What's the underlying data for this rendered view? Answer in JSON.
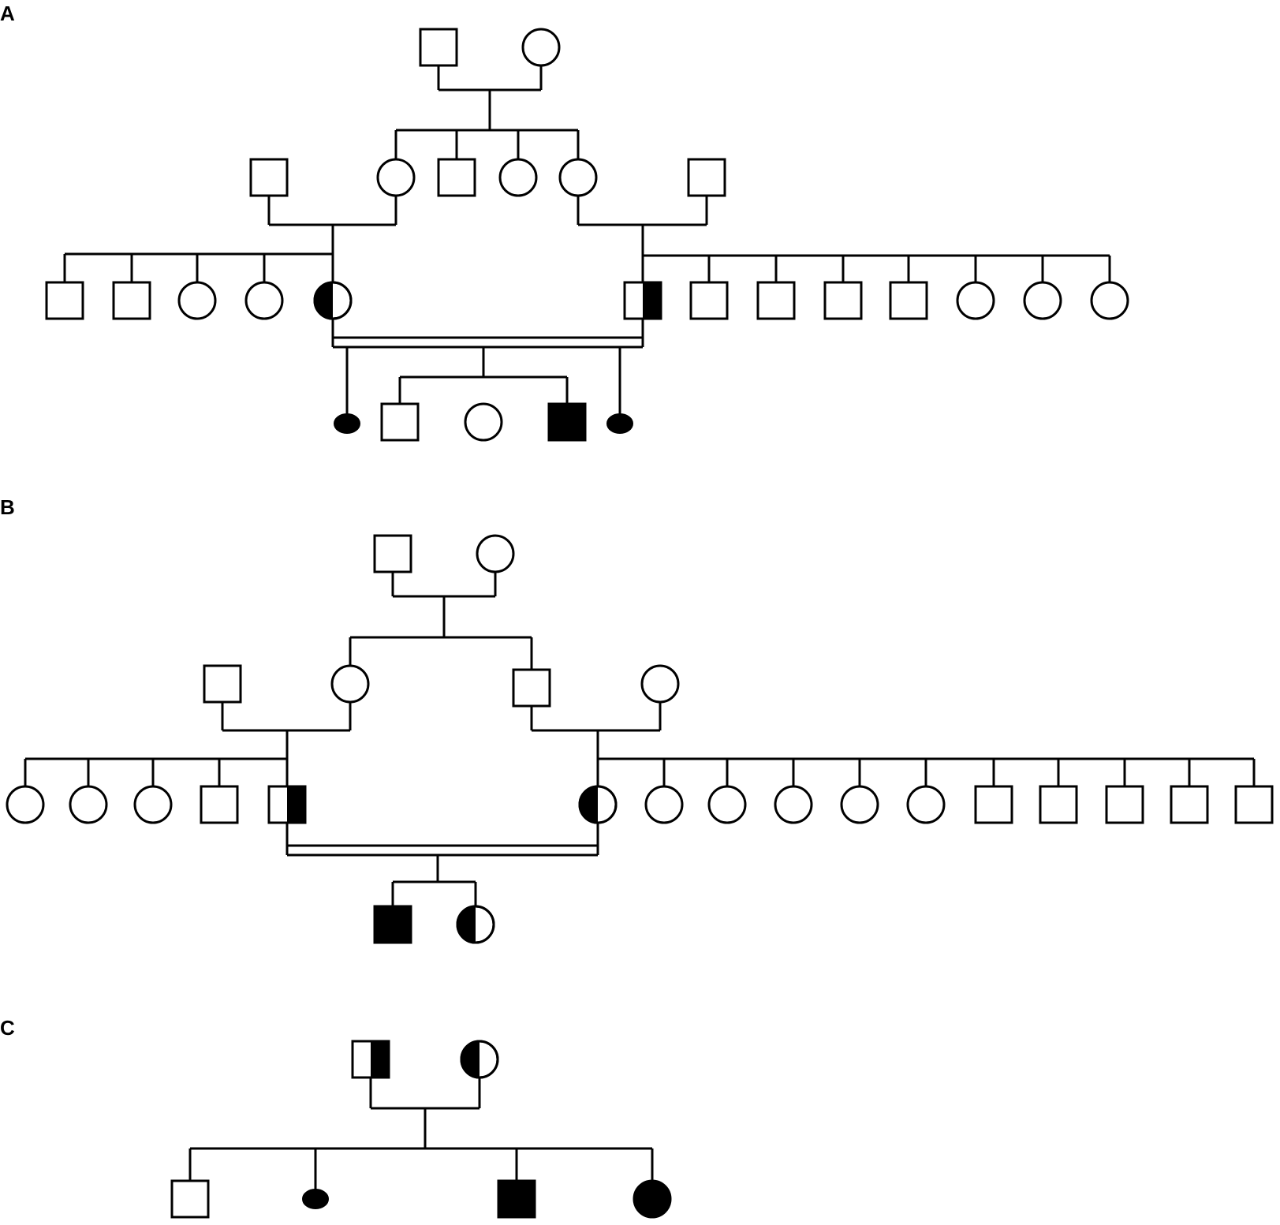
{
  "panels": [
    {
      "label": "A",
      "members": [
        {
          "id": "A-I1",
          "sex": "male",
          "status": "unaffected"
        },
        {
          "id": "A-I2",
          "sex": "female",
          "status": "unaffected"
        },
        {
          "id": "A-II1",
          "sex": "male",
          "status": "unaffected"
        },
        {
          "id": "A-II2",
          "sex": "female",
          "status": "unaffected"
        },
        {
          "id": "A-II3",
          "sex": "male",
          "status": "unaffected"
        },
        {
          "id": "A-II4",
          "sex": "female",
          "status": "unaffected"
        },
        {
          "id": "A-II5",
          "sex": "female",
          "status": "unaffected"
        },
        {
          "id": "A-II6",
          "sex": "male",
          "status": "unaffected"
        },
        {
          "id": "A-III1",
          "sex": "male",
          "status": "unaffected"
        },
        {
          "id": "A-III2",
          "sex": "male",
          "status": "unaffected"
        },
        {
          "id": "A-III3",
          "sex": "female",
          "status": "unaffected"
        },
        {
          "id": "A-III4",
          "sex": "female",
          "status": "unaffected"
        },
        {
          "id": "A-III5",
          "sex": "female",
          "status": "carrier"
        },
        {
          "id": "A-III6",
          "sex": "male",
          "status": "carrier"
        },
        {
          "id": "A-III7",
          "sex": "male",
          "status": "unaffected"
        },
        {
          "id": "A-III8",
          "sex": "male",
          "status": "unaffected"
        },
        {
          "id": "A-III9",
          "sex": "male",
          "status": "unaffected"
        },
        {
          "id": "A-III10",
          "sex": "male",
          "status": "unaffected"
        },
        {
          "id": "A-III11",
          "sex": "female",
          "status": "unaffected"
        },
        {
          "id": "A-III12",
          "sex": "female",
          "status": "unaffected"
        },
        {
          "id": "A-III13",
          "sex": "female",
          "status": "unaffected"
        },
        {
          "id": "A-IV1",
          "sex": "unknown",
          "status": "pregnancy-loss"
        },
        {
          "id": "A-IV2",
          "sex": "male",
          "status": "unaffected"
        },
        {
          "id": "A-IV3",
          "sex": "female",
          "status": "unaffected"
        },
        {
          "id": "A-IV4",
          "sex": "male",
          "status": "affected"
        },
        {
          "id": "A-IV5",
          "sex": "unknown",
          "status": "pregnancy-loss"
        }
      ],
      "consanguineous_union": true
    },
    {
      "label": "B",
      "members": [
        {
          "id": "B-I1",
          "sex": "male",
          "status": "unaffected"
        },
        {
          "id": "B-I2",
          "sex": "female",
          "status": "unaffected"
        },
        {
          "id": "B-II1",
          "sex": "male",
          "status": "unaffected"
        },
        {
          "id": "B-II2",
          "sex": "female",
          "status": "unaffected"
        },
        {
          "id": "B-II3",
          "sex": "male",
          "status": "unaffected"
        },
        {
          "id": "B-II4",
          "sex": "female",
          "status": "unaffected"
        },
        {
          "id": "B-III1",
          "sex": "female",
          "status": "unaffected"
        },
        {
          "id": "B-III2",
          "sex": "female",
          "status": "unaffected"
        },
        {
          "id": "B-III3",
          "sex": "female",
          "status": "unaffected"
        },
        {
          "id": "B-III4",
          "sex": "male",
          "status": "unaffected"
        },
        {
          "id": "B-III5",
          "sex": "male",
          "status": "carrier"
        },
        {
          "id": "B-III6",
          "sex": "female",
          "status": "carrier"
        },
        {
          "id": "B-III7",
          "sex": "female",
          "status": "unaffected"
        },
        {
          "id": "B-III8",
          "sex": "female",
          "status": "unaffected"
        },
        {
          "id": "B-III9",
          "sex": "female",
          "status": "unaffected"
        },
        {
          "id": "B-III10",
          "sex": "female",
          "status": "unaffected"
        },
        {
          "id": "B-III11",
          "sex": "female",
          "status": "unaffected"
        },
        {
          "id": "B-III12",
          "sex": "male",
          "status": "unaffected"
        },
        {
          "id": "B-III13",
          "sex": "male",
          "status": "unaffected"
        },
        {
          "id": "B-III14",
          "sex": "male",
          "status": "unaffected"
        },
        {
          "id": "B-III15",
          "sex": "male",
          "status": "unaffected"
        },
        {
          "id": "B-III16",
          "sex": "male",
          "status": "unaffected"
        },
        {
          "id": "B-IV1",
          "sex": "male",
          "status": "affected"
        },
        {
          "id": "B-IV2",
          "sex": "female",
          "status": "carrier"
        }
      ],
      "consanguineous_union": true
    },
    {
      "label": "C",
      "members": [
        {
          "id": "C-I1",
          "sex": "male",
          "status": "carrier"
        },
        {
          "id": "C-I2",
          "sex": "female",
          "status": "carrier"
        },
        {
          "id": "C-II1",
          "sex": "male",
          "status": "unaffected"
        },
        {
          "id": "C-II2",
          "sex": "unknown",
          "status": "pregnancy-loss"
        },
        {
          "id": "C-II3",
          "sex": "male",
          "status": "affected"
        },
        {
          "id": "C-II4",
          "sex": "female",
          "status": "affected"
        }
      ],
      "consanguineous_union": false
    }
  ],
  "colors": {
    "stroke": "#000000",
    "fill_affected": "#000000",
    "fill_unaffected": "#ffffff"
  }
}
